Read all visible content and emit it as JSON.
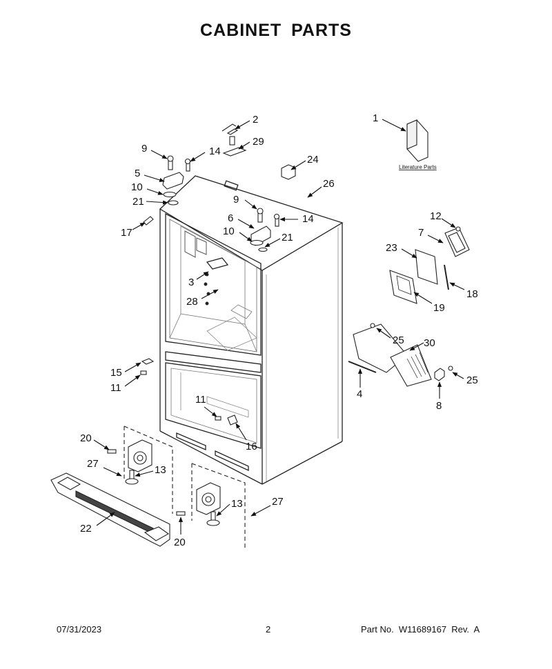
{
  "title": "CABINET PARTS",
  "literature_label": "Literature Parts",
  "callouts": {
    "c1": "1",
    "c2": "2",
    "c3": "3",
    "c4": "4",
    "c5": "5",
    "c6": "6",
    "c7": "7",
    "c8": "8",
    "c9a": "9",
    "c9b": "9",
    "c10a": "10",
    "c10b": "10",
    "c11a": "11",
    "c11b": "11",
    "c12": "12",
    "c13a": "13",
    "c13b": "13",
    "c14a": "14",
    "c14b": "14",
    "c15": "15",
    "c16": "16",
    "c17": "17",
    "c18": "18",
    "c19": "19",
    "c20a": "20",
    "c20b": "20",
    "c21a": "21",
    "c21b": "21",
    "c22": "22",
    "c23": "23",
    "c24": "24",
    "c25a": "25",
    "c25b": "25",
    "c26": "26",
    "c27a": "27",
    "c27b": "27",
    "c28": "28",
    "c29": "29",
    "c30": "30"
  },
  "footer": {
    "date": "07/31/2023",
    "page": "2",
    "part_no": "Part No.  W11689167  Rev.  A"
  }
}
